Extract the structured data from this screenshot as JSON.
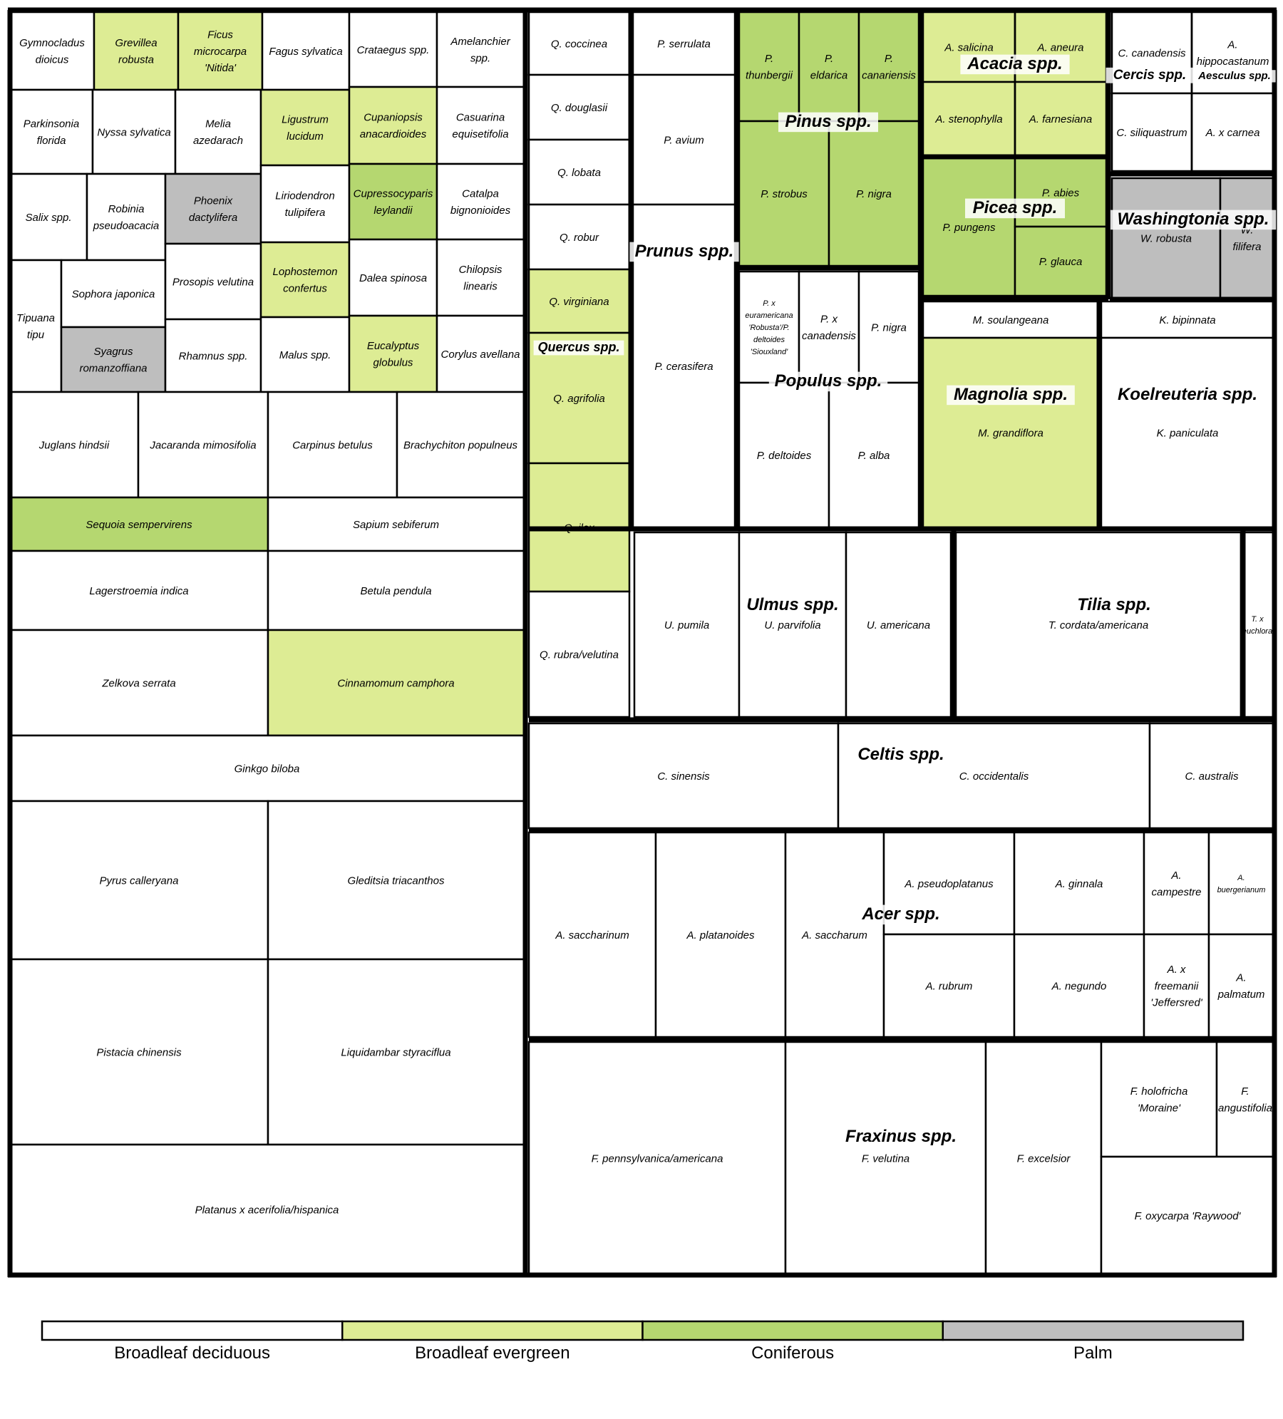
{
  "colors": {
    "broadleaf_deciduous": "#ffffff",
    "broadleaf_evergreen": "#ddec94",
    "coniferous": "#b5d770",
    "palm": "#bebebe",
    "border": "#000000"
  },
  "legend": [
    {
      "label": "Broadleaf deciduous",
      "color": "#ffffff"
    },
    {
      "label": "Broadleaf evergreen",
      "color": "#ddec94"
    },
    {
      "label": "Coniferous",
      "color": "#b5d770"
    },
    {
      "label": "Palm",
      "color": "#bebebe"
    }
  ],
  "species": [
    {
      "name": "Gymnocladus dioicus",
      "type": "d"
    },
    {
      "name": "Grevillea robusta",
      "type": "e"
    },
    {
      "name": "Ficus microcarpa 'Nitida'",
      "type": "e"
    },
    {
      "name": "Fagus sylvatica",
      "type": "d"
    },
    {
      "name": "Crataegus spp.",
      "type": "d"
    },
    {
      "name": "Amelanchier spp.",
      "type": "d"
    },
    {
      "name": "Parkinsonia florida",
      "type": "d"
    },
    {
      "name": "Nyssa sylvatica",
      "type": "d"
    },
    {
      "name": "Melia azedarach",
      "type": "d"
    },
    {
      "name": "Ligustrum lucidum",
      "type": "e"
    },
    {
      "name": "Cupaniopsis anacardioides",
      "type": "e"
    },
    {
      "name": "Casuarina equisetifolia",
      "type": "d"
    },
    {
      "name": "Salix spp.",
      "type": "d"
    },
    {
      "name": "Robinia pseudoacacia",
      "type": "d"
    },
    {
      "name": "Phoenix dactylifera",
      "type": "p"
    },
    {
      "name": "Liriodendron tulipifera",
      "type": "d"
    },
    {
      "name": "Cupressocyparis leylandii",
      "type": "c"
    },
    {
      "name": "Catalpa bignonioides",
      "type": "d"
    },
    {
      "name": "Tipuana tipu",
      "type": "d"
    },
    {
      "name": "Sophora japonica",
      "type": "d"
    },
    {
      "name": "Prosopis velutina",
      "type": "d"
    },
    {
      "name": "Lophostemon confertus",
      "type": "e"
    },
    {
      "name": "Dalea spinosa",
      "type": "d"
    },
    {
      "name": "Chilopsis linearis",
      "type": "d"
    },
    {
      "name": "Syagrus romanzoffiana",
      "type": "p"
    },
    {
      "name": "Rhamnus spp.",
      "type": "d"
    },
    {
      "name": "Malus spp.",
      "type": "d"
    },
    {
      "name": "Eucalyptus globulus",
      "type": "e"
    },
    {
      "name": "Corylus avellana",
      "type": "d"
    },
    {
      "name": "Juglans hindsii",
      "type": "d"
    },
    {
      "name": "Jacaranda mimosifolia",
      "type": "d"
    },
    {
      "name": "Carpinus betulus",
      "type": "d"
    },
    {
      "name": "Brachychiton populneus",
      "type": "d"
    },
    {
      "name": "Sequoia sempervirens",
      "type": "c"
    },
    {
      "name": "Sapium sebiferum",
      "type": "d"
    },
    {
      "name": "Lagerstroemia indica",
      "type": "d"
    },
    {
      "name": "Betula pendula",
      "type": "d"
    },
    {
      "name": "Zelkova serrata",
      "type": "d"
    },
    {
      "name": "Cinnamomum camphora",
      "type": "e"
    },
    {
      "name": "Ginkgo biloba",
      "type": "d"
    },
    {
      "name": "Pyrus calleryana",
      "type": "d"
    },
    {
      "name": "Gleditsia triacanthos",
      "type": "d"
    },
    {
      "name": "Pistacia chinensis",
      "type": "d"
    },
    {
      "name": "Liquidambar styraciflua",
      "type": "d"
    },
    {
      "name": "Platanus x acerifolia/hispanica",
      "type": "d"
    },
    {
      "name": "Q. coccinea",
      "type": "d"
    },
    {
      "name": "Q. douglasii",
      "type": "d"
    },
    {
      "name": "Q. lobata",
      "type": "d"
    },
    {
      "name": "Q. robur",
      "type": "d"
    },
    {
      "name": "Q. virginiana",
      "type": "e"
    },
    {
      "name": "Q. agrifolia",
      "type": "e"
    },
    {
      "name": "Q. ilex",
      "type": "e"
    },
    {
      "name": "Q. rubra/velutina",
      "type": "d"
    },
    {
      "name": "P. serrulata",
      "type": "d"
    },
    {
      "name": "P. avium",
      "type": "d"
    },
    {
      "name": "P. cerasifera",
      "type": "d"
    },
    {
      "name": "P. thunbergii",
      "type": "c"
    },
    {
      "name": "P. eldarica",
      "type": "c"
    },
    {
      "name": "P. canariensis",
      "type": "c"
    },
    {
      "name": "P. strobus",
      "type": "c"
    },
    {
      "name": "P. nigra",
      "type": "c"
    },
    {
      "name": "P. x euramericana 'Robusta'/P. deltoides 'Siouxland'",
      "type": "d"
    },
    {
      "name": "P. x canadensis",
      "type": "d"
    },
    {
      "name": "P. nigra",
      "type": "d"
    },
    {
      "name": "P. deltoides",
      "type": "d"
    },
    {
      "name": "P. alba",
      "type": "d"
    },
    {
      "name": "A. salicina",
      "type": "e"
    },
    {
      "name": "A. aneura",
      "type": "e"
    },
    {
      "name": "A. stenophylla",
      "type": "e"
    },
    {
      "name": "A. farnesiana",
      "type": "e"
    },
    {
      "name": "P. pungens",
      "type": "c"
    },
    {
      "name": "P. abies",
      "type": "c"
    },
    {
      "name": "P. glauca",
      "type": "c"
    },
    {
      "name": "M. soulangeana",
      "type": "d"
    },
    {
      "name": "M. grandiflora",
      "type": "e"
    },
    {
      "name": "C. canadensis",
      "type": "d"
    },
    {
      "name": "C. siliquastrum",
      "type": "d"
    },
    {
      "name": "A. hippocastanum",
      "type": "d"
    },
    {
      "name": "A. x carnea",
      "type": "d"
    },
    {
      "name": "W. robusta",
      "type": "p"
    },
    {
      "name": "W. filifera",
      "type": "p"
    },
    {
      "name": "K. bipinnata",
      "type": "d"
    },
    {
      "name": "K. paniculata",
      "type": "d"
    },
    {
      "name": "U. pumila",
      "type": "d"
    },
    {
      "name": "U. parvifolia",
      "type": "d"
    },
    {
      "name": "U. americana",
      "type": "d"
    },
    {
      "name": "T. cordata/americana",
      "type": "d"
    },
    {
      "name": "T. x euchlora",
      "type": "d"
    },
    {
      "name": "C. sinensis",
      "type": "d"
    },
    {
      "name": "C. occidentalis",
      "type": "d"
    },
    {
      "name": "C. australis",
      "type": "d"
    },
    {
      "name": "A. saccharinum",
      "type": "d"
    },
    {
      "name": "A. platanoides",
      "type": "d"
    },
    {
      "name": "A. saccharum",
      "type": "d"
    },
    {
      "name": "A. pseudoplatanus",
      "type": "d"
    },
    {
      "name": "A. ginnala",
      "type": "d"
    },
    {
      "name": "A. campestre",
      "type": "d"
    },
    {
      "name": "A. buergerianum",
      "type": "d"
    },
    {
      "name": "A. rubrum",
      "type": "d"
    },
    {
      "name": "A. negundo",
      "type": "d"
    },
    {
      "name": "A. x freemanii 'Jeffersred'",
      "type": "d"
    },
    {
      "name": "A. palmatum",
      "type": "d"
    },
    {
      "name": "F. pennsylvanica/americana",
      "type": "d"
    },
    {
      "name": "F. velutina",
      "type": "d"
    },
    {
      "name": "F. excelsior",
      "type": "d"
    },
    {
      "name": "F. holofricha 'Moraine'",
      "type": "d"
    },
    {
      "name": "F. angustifolia",
      "type": "d"
    },
    {
      "name": "F. oxycarpa 'Raywood'",
      "type": "d"
    }
  ],
  "genera": [
    "Quercus spp.",
    "Prunus spp.",
    "Pinus spp.",
    "Populus spp.",
    "Acacia spp.",
    "Picea spp.",
    "Magnolia spp.",
    "Cercis spp.",
    "Aesculus spp.",
    "Washingtonia spp.",
    "Koelreuteria spp.",
    "Ulmus spp.",
    "Tilia spp.",
    "Celtis spp.",
    "Acer spp.",
    "Fraxinus spp."
  ]
}
